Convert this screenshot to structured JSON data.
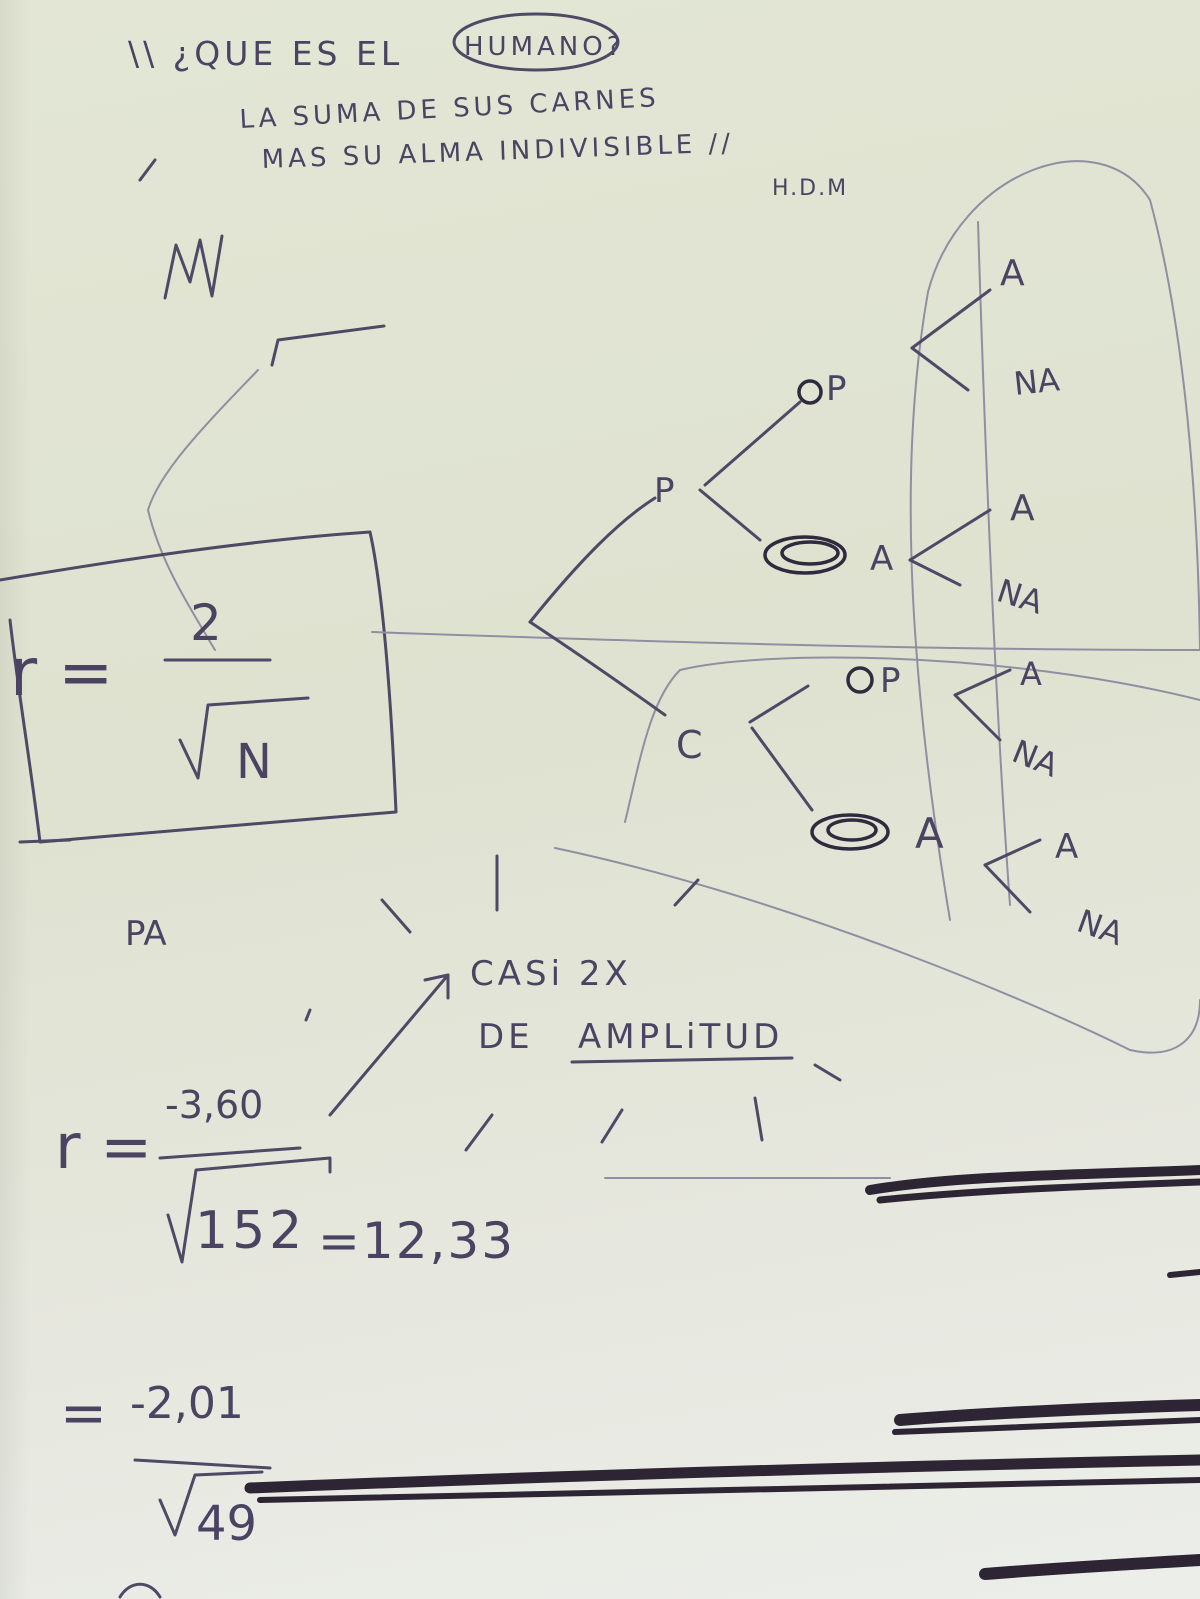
{
  "quote": {
    "line1_prefix": "\\\\ ¿QUE ES EL",
    "line1_circled": "HUMANO?",
    "line2": "LA SUMA DE SUS CARNES",
    "line3": "MAS SU ALMA INDIVISIBLE //",
    "signature": "H.D.M"
  },
  "formula_box": {
    "lhs": "r =",
    "numerator": "2",
    "denominator": "N"
  },
  "tree": {
    "branch_p": "P",
    "branch_c": "C",
    "sub_p1": "P",
    "sub_a1": "A",
    "sub_p2": "P",
    "sub_a2": "A",
    "leaves": [
      "A",
      "NA",
      "A",
      "NA",
      "A",
      "NA",
      "A",
      "NA"
    ]
  },
  "side_label": "PA",
  "note": {
    "line1": "CASi 2X",
    "line2_prefix": "DE",
    "line2_underlined": "AMPLiTUD"
  },
  "calc1": {
    "lhs": "r =",
    "numerator": "-3,60",
    "radicand": "152",
    "result": "=12,33"
  },
  "calc2": {
    "lhs": "=",
    "numerator": "-2,01",
    "radicand": "49"
  },
  "colors": {
    "ink": "#4a4462",
    "paper": "#e3e6d4",
    "redaction": "#2d2533"
  }
}
